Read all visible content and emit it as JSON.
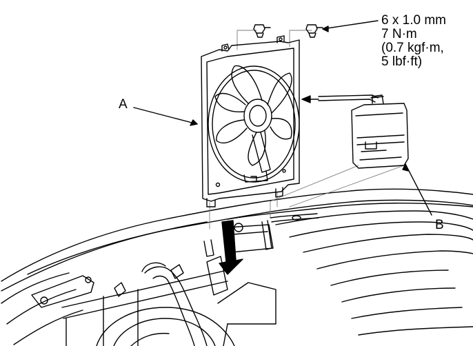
{
  "callouts": {
    "a": "A",
    "b": "B"
  },
  "torque_spec": {
    "bolt": "6 x 1.0 mm",
    "torque_nm": "7 N·m",
    "torque_kgfm": "(0.7 kgf·m,",
    "torque_lbfft": "5 lbf·ft)"
  },
  "colors": {
    "line": "#000000",
    "background": "#ffffff",
    "light_line": "#7a7a7a"
  }
}
